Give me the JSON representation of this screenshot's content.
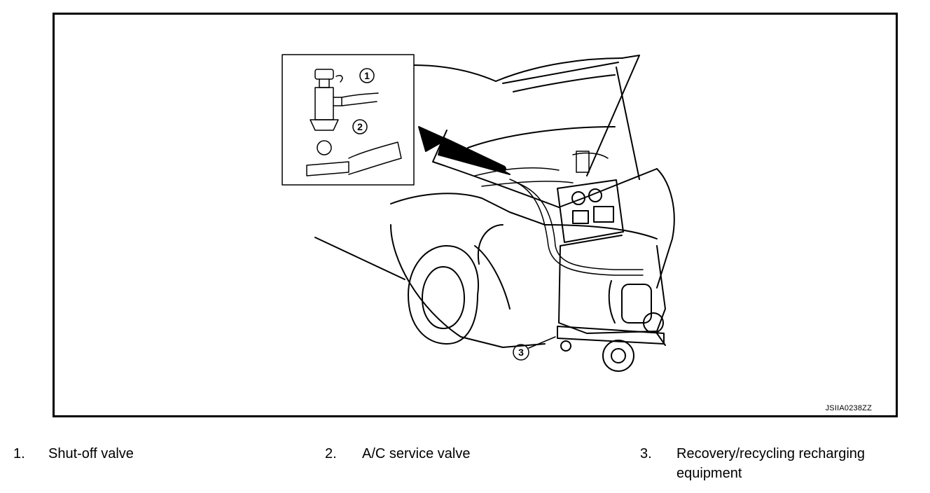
{
  "figure": {
    "code": "JSIIA0238ZZ",
    "callouts": [
      "1",
      "2",
      "3"
    ]
  },
  "legend": [
    {
      "number": "1.",
      "label": "Shut-off valve"
    },
    {
      "number": "2.",
      "label": "A/C service valve"
    },
    {
      "number": "3.",
      "label_line1": "Recovery/recycling recharging",
      "label_line2": "equipment"
    }
  ]
}
